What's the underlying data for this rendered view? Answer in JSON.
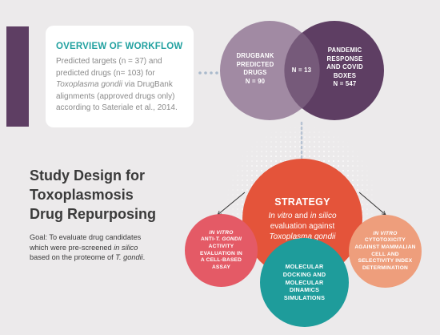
{
  "workflow": {
    "title": "OVERVIEW OF WORKFLOW",
    "line1": "Predicted targets (n = 37) and",
    "line2": "predicted drugs (n= 103) for",
    "line3_italic": "Toxoplasma gondii",
    "line3_rest": " via DrugBank",
    "line4": "alignments (approved drugs only)",
    "line5": "according to Sateriale et al., 2014."
  },
  "venn": {
    "left_line1": "DRUGBANK",
    "left_line2": "PREDICTED",
    "left_line3": "DRUGS",
    "left_line4": "N = 90",
    "overlap": "N = 13",
    "right_line1": "PANDEMIC",
    "right_line2": "RESPONSE",
    "right_line3": "AND COVID",
    "right_line4": "BOXES",
    "right_line5": "N = 547"
  },
  "study": {
    "title_line1": "Study Design for",
    "title_line2": "Toxoplasmosis",
    "title_line3": "Drug Repurposing",
    "goal_a": "Goal: To evaluate drug candidates",
    "goal_b": "which were pre-screened ",
    "goal_b_italic": "in silico",
    "goal_c": "based on the proteome of ",
    "goal_c_italic": "T. gondii",
    "goal_c_end": "."
  },
  "strategy": {
    "title": "STRATEGY",
    "l1_italic_a": "In vitro",
    "l1_mid": " and ",
    "l1_italic_b": "in silico",
    "l2": "evaluation against",
    "l3_italic": "Toxoplasma gondii"
  },
  "left_circle": {
    "l1_italic": "IN VITRO",
    "l2_a": "ANTI-",
    "l2_italic": "T. GONDII",
    "l3": "ACTIVITY",
    "l4": "EVALUATION IN",
    "l5": "A CELL-BASED",
    "l6": "ASSAY"
  },
  "mid_circle": {
    "l1": "MOLECULAR",
    "l2": "DOCKING AND",
    "l3": "MOLECULAR",
    "l4": "DINAMICS",
    "l5": "SIMULATIONS"
  },
  "right_circle": {
    "l1_italic": "IN VITRO",
    "l2": "CYTOTOXICITY",
    "l3": "AGAINST MAMMALIAN",
    "l4": "CELL AND",
    "l5": "SELECTIVITY INDEX",
    "l6": "DETERMINATION"
  },
  "colors": {
    "background": "#ECEAEB",
    "accent_purple_light": "#A18AA3",
    "accent_purple_dark": "#5E3E63",
    "teal": "#1E9C9B",
    "strategy_red": "#E4543A",
    "pink": "#E45A66",
    "salmon": "#EE9E7C"
  }
}
